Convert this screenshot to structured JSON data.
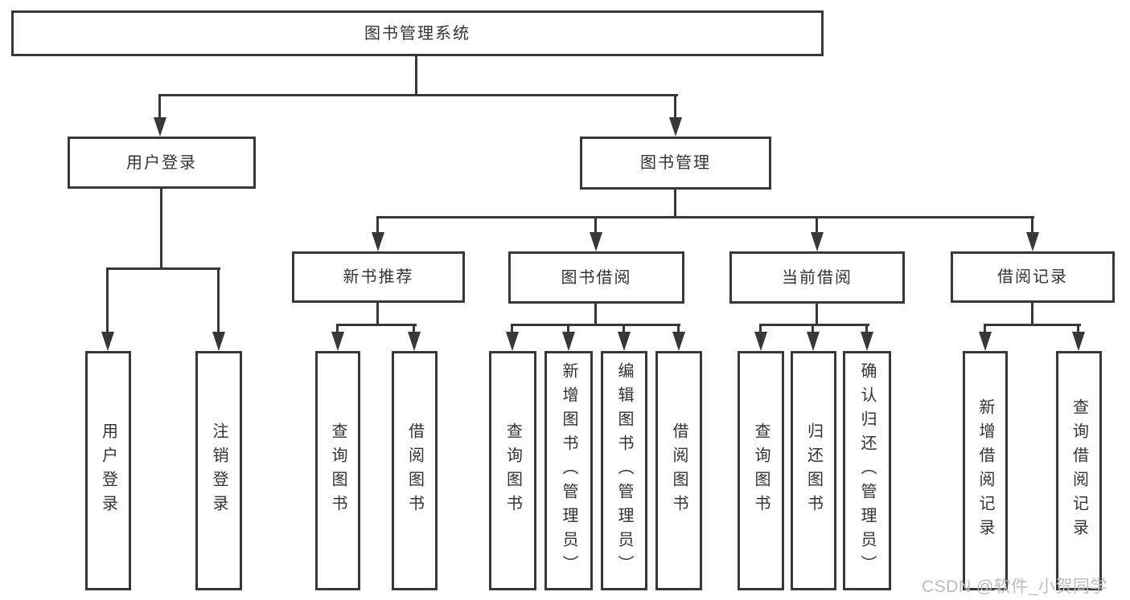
{
  "diagram": {
    "root": "图书管理系统",
    "level2": {
      "user_login": "用户登录",
      "book_management": "图书管理"
    },
    "level3": {
      "new_book_recommend": "新书推荐",
      "book_borrowing": "图书借阅",
      "current_borrowing": "当前借阅",
      "borrowing_records": "借阅记录"
    },
    "leaves": {
      "user_login": "用户登录",
      "logout": "注销登录",
      "nb_query_books": "查询图书",
      "nb_borrow_books": "借阅图书",
      "bb_query_books": "查询图书",
      "bb_add_books": "新增图书（管理员）",
      "bb_edit_books": "编辑图书（管理员）",
      "bb_borrow_books": "借阅图书",
      "cb_query_books": "查询图书",
      "cb_return_books": "归还图书",
      "cb_confirm_return": "确认归还（管理员）",
      "br_add_record": "新增借阅记录",
      "br_query_record": "查询借阅记录"
    }
  },
  "watermark": "CSDN @软件_小贺同学",
  "colors": {
    "line": "#383838",
    "text": "#333333",
    "watermark": "#bcbcbc",
    "background": "#ffffff"
  }
}
